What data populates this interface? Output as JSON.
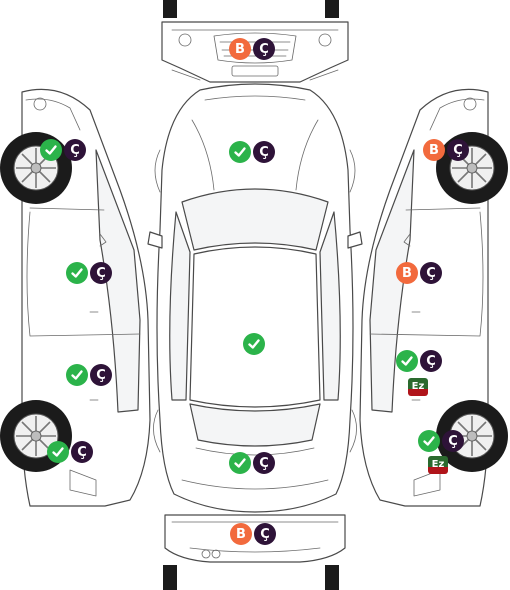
{
  "legend_glyphs": {
    "boyali": "B",
    "cizik": "Ç",
    "ezik": "Ez"
  },
  "colors": {
    "ok": "#2bb34a",
    "cizik": "#2e1338",
    "boyali": "#f26a3d",
    "ezik_top": "#2b6a2e",
    "ezik_bottom": "#b0141a"
  },
  "icons": {
    "ok": "check-mark-icon"
  },
  "parts": [
    {
      "id": "front-bumper",
      "marks": [
        "B",
        "Ç"
      ]
    },
    {
      "id": "hood",
      "marks": [
        "ok",
        "Ç"
      ]
    },
    {
      "id": "roof",
      "marks": [
        "ok"
      ]
    },
    {
      "id": "trunk",
      "marks": [
        "ok",
        "Ç"
      ]
    },
    {
      "id": "rear-bumper",
      "marks": [
        "B",
        "Ç"
      ]
    },
    {
      "id": "left-front-fender",
      "marks": [
        "ok",
        "Ç"
      ]
    },
    {
      "id": "left-front-door",
      "marks": [
        "ok",
        "Ç"
      ]
    },
    {
      "id": "left-rear-door",
      "marks": [
        "ok",
        "Ç"
      ]
    },
    {
      "id": "left-rear-fender",
      "marks": [
        "ok",
        "Ç"
      ]
    },
    {
      "id": "right-front-fender",
      "marks": [
        "B",
        "Ç"
      ]
    },
    {
      "id": "right-front-door",
      "marks": [
        "B",
        "Ç"
      ]
    },
    {
      "id": "right-rear-door",
      "marks": [
        "ok",
        "Ç",
        "Ez"
      ]
    },
    {
      "id": "right-rear-fender",
      "marks": [
        "ok",
        "Ç",
        "Ez"
      ]
    }
  ]
}
